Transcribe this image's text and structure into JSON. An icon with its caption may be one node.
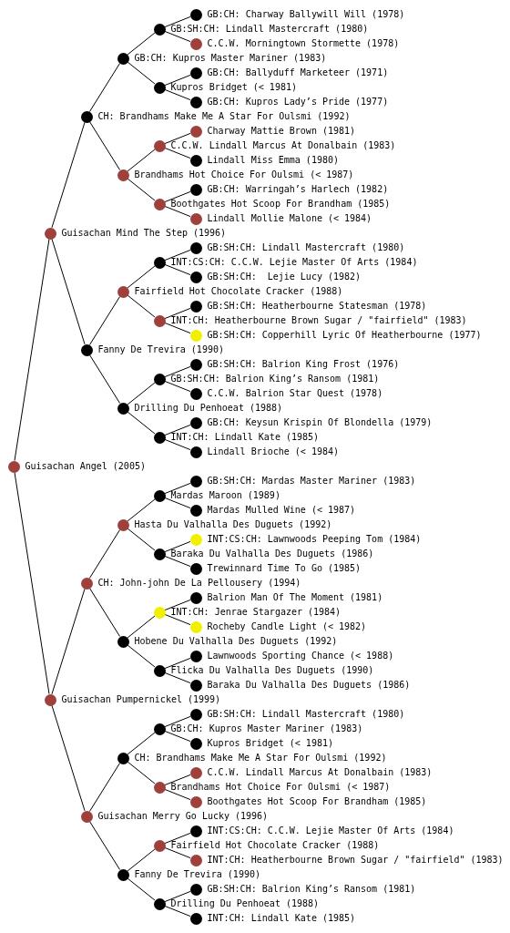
{
  "diagram": {
    "nodes": [
      {
        "text": [],
        "shape": "circle",
        "beside": [
          "GB:CH: Charway Ballywill Will (1978)"
        ]
      },
      {
        "text": [],
        "shape": "circle",
        "beside": [
          "GB:SH:CH: Lindall Mastercraft (1980)"
        ]
      },
      {
        "text": [],
        "shape": "circle",
        "beside": [
          "C.C.W. Morningtown Stormette (1978)"
        ]
      },
      {
        "text": [],
        "shape": "circle",
        "beside": [
          "GB:CH: Kupros Master Mariner (1983)"
        ]
      },
      {
        "text": [],
        "shape": "circle",
        "beside": [
          "GB:CH: Ballyduff Marketeer (1971)"
        ]
      },
      {
        "text": [],
        "shape": "circle",
        "beside": [
          "Kupros Bridget (< 1981)"
        ]
      },
      {
        "text": [],
        "shape": "circle",
        "beside": [
          "GB:CH: Kupros Lady’s Pride (1977)"
        ]
      },
      {
        "text": [],
        "shape": "circle",
        "beside": [
          "CH: Brandhams Make Me A Star For Oulsmi (1992)"
        ]
      },
      {
        "text": [],
        "shape": "circle",
        "beside": [
          "Charway Mattie Brown (1981)"
        ]
      },
      {
        "text": [],
        "shape": "circle",
        "beside": [
          "C.C.W. Lindall Marcus At Donalbain (1983)"
        ]
      },
      {
        "text": [],
        "shape": "circle",
        "beside": [
          "Lindall Miss Emma (1980)"
        ]
      },
      {
        "text": [],
        "shape": "circle",
        "beside": [
          "Brandhams Hot Choice For Oulsmi (< 1987)"
        ]
      },
      {
        "text": [],
        "shape": "circle",
        "beside": [
          "GB:CH: Warringah’s Harlech (1982)"
        ]
      },
      {
        "text": [],
        "shape": "circle",
        "beside": [
          "Boothgates Hot Scoop For Brandham (1985)"
        ]
      },
      {
        "text": [],
        "shape": "circle",
        "beside": [
          "Lindall Mollie Malone (< 1984)"
        ]
      },
      {
        "text": [],
        "shape": "circle",
        "beside": [
          "Guisachan Mind The Step (1996)"
        ]
      },
      {
        "text": [],
        "shape": "circle",
        "beside": [
          "GB:SH:CH: Lindall Mastercraft (1980)"
        ]
      },
      {
        "text": [],
        "shape": "circle",
        "beside": [
          "INT:CS:CH: C.C.W. Lejie Master Of Arts (1984)"
        ]
      },
      {
        "text": [],
        "shape": "circle",
        "beside": [
          "GB:SH:CH:  Lejie Lucy (1982)"
        ]
      },
      {
        "text": [],
        "shape": "circle",
        "beside": [
          "Fairfield Hot Chocolate Cracker (1988)"
        ]
      },
      {
        "text": [],
        "shape": "circle",
        "beside": [
          "GB:SH:CH: Heatherbourne Statesman (1978)"
        ]
      },
      {
        "text": [],
        "shape": "circle",
        "beside": [
          "INT:CH: Heatherbourne Brown Sugar / \"fairfield\" (1983)"
        ]
      },
      {
        "text": [],
        "shape": "circle",
        "beside": [
          "GB:SH:CH: Copperhill Lyric Of Heatherbourne (1977)"
        ]
      },
      {
        "text": [],
        "shape": "circle",
        "beside": [
          "Fanny De Trevira (1990)"
        ]
      },
      {
        "text": [],
        "shape": "circle",
        "beside": [
          "GB:SH:CH: Balrion King Frost (1976)"
        ]
      },
      {
        "text": [],
        "shape": "circle",
        "beside": [
          "GB:SH:CH: Balrion King’s Ransom (1981)"
        ]
      },
      {
        "text": [],
        "shape": "circle",
        "beside": [
          "C.C.W. Balrion Star Quest (1978)"
        ]
      },
      {
        "text": [],
        "shape": "circle",
        "beside": [
          "Drilling Du Penhoeat (1988)"
        ]
      },
      {
        "text": [],
        "shape": "circle",
        "beside": [
          "GB:CH: Keysun Krispin Of Blondella (1979)"
        ]
      },
      {
        "text": [],
        "shape": "circle",
        "beside": [
          "INT:CH: Lindall Kate (1985)"
        ]
      },
      {
        "text": [],
        "shape": "circle",
        "beside": [
          "Lindall Brioche (< 1984)"
        ]
      },
      {
        "text": [],
        "shape": "circle",
        "beside": [
          "Guisachan Angel (2005)"
        ]
      },
      {
        "text": [],
        "shape": "circle",
        "beside": [
          "GB:SH:CH: Mardas Master Mariner (1983)"
        ]
      },
      {
        "text": [],
        "shape": "circle",
        "beside": [
          "Mardas Maroon (1989)"
        ]
      },
      {
        "text": [],
        "shape": "circle",
        "beside": [
          "Mardas Mulled Wine (< 1987)"
        ]
      },
      {
        "text": [],
        "shape": "circle",
        "beside": [
          "Hasta Du Valhalla Des Duguets (1992)"
        ]
      },
      {
        "text": [],
        "shape": "circle",
        "beside": [
          "INT:CS:CH: Lawnwoods Peeping Tom (1984)"
        ]
      },
      {
        "text": [],
        "shape": "circle",
        "beside": [
          "Baraka Du Valhalla Des Duguets (1986)"
        ]
      },
      {
        "text": [],
        "shape": "circle",
        "beside": [
          "Trewinnard Time To Go (1985)"
        ]
      },
      {
        "text": [],
        "shape": "circle",
        "beside": [
          "CH: John-john De La Pellousery (1994)"
        ]
      },
      {
        "text": [],
        "shape": "circle",
        "beside": [
          "Balrion Man Of The Moment (1981)"
        ]
      },
      {
        "text": [],
        "shape": "circle",
        "beside": [
          "INT:CH: Jenrae Stargazer (1984)"
        ]
      },
      {
        "text": [],
        "shape": "circle",
        "beside": [
          "Rocheby Candle Light (< 1982)"
        ]
      },
      {
        "text": [],
        "shape": "circle",
        "beside": [
          "Hobene Du Valhalla Des Duguets (1992)"
        ]
      },
      {
        "text": [],
        "shape": "circle",
        "beside": [
          "Lawnwoods Sporting Chance (< 1988)"
        ]
      },
      {
        "text": [],
        "shape": "circle",
        "beside": [
          "Flicka Du Valhalla Des Duguets (1990)"
        ]
      },
      {
        "text": [],
        "shape": "circle",
        "beside": [
          "Baraka Du Valhalla Des Duguets (1986)"
        ]
      },
      {
        "text": [],
        "shape": "circle",
        "beside": [
          "Guisachan Pumpernickel (1999)"
        ]
      },
      {
        "text": [],
        "shape": "circle",
        "beside": [
          "GB:SH:CH: Lindall Mastercraft (1980)"
        ]
      },
      {
        "text": [],
        "shape": "circle",
        "beside": [
          "GB:CH: Kupros Master Mariner (1983)"
        ]
      },
      {
        "text": [],
        "shape": "circle",
        "beside": [
          "Kupros Bridget (< 1981)"
        ]
      },
      {
        "text": [],
        "shape": "circle",
        "beside": [
          "CH: Brandhams Make Me A Star For Oulsmi (1992)"
        ]
      },
      {
        "text": [],
        "shape": "circle",
        "beside": [
          "C.C.W. Lindall Marcus At Donalbain (1983)"
        ]
      },
      {
        "text": [],
        "shape": "circle",
        "beside": [
          "Brandhams Hot Choice For Oulsmi (< 1987)"
        ]
      },
      {
        "text": [],
        "shape": "circle",
        "beside": [
          "Boothgates Hot Scoop For Brandham (1985)"
        ]
      },
      {
        "text": [],
        "shape": "circle",
        "beside": [
          "Guisachan Merry Go Lucky (1996)"
        ]
      },
      {
        "text": [],
        "shape": "circle",
        "beside": [
          "INT:CS:CH: C.C.W. Lejie Master Of Arts (1984)"
        ]
      },
      {
        "text": [],
        "shape": "circle",
        "beside": [
          "Fairfield Hot Chocolate Cracker (1988)"
        ]
      },
      {
        "text": [],
        "shape": "circle",
        "beside": [
          "INT:CH: Heatherbourne Brown Sugar / \"fairfield\" (1983)"
        ]
      },
      {
        "text": [],
        "shape": "circle",
        "beside": [
          "Fanny De Trevira (1990)"
        ]
      },
      {
        "text": [],
        "shape": "circle",
        "beside": [
          "GB:SH:CH: Balrion King’s Ransom (1981)"
        ]
      },
      {
        "text": [],
        "shape": "circle",
        "beside": [
          "Drilling Du Penhoeat (1988)"
        ]
      },
      {
        "text": [],
        "shape": "circle",
        "beside": [
          "INT:CH: Lindall Kate (1985)"
        ]
      }
    ],
    "edges": [
      {
        "from": 31,
        "to": 15,
        "arrow": "none"
      },
      {
        "from": 31,
        "to": 47,
        "arrow": "none"
      },
      {
        "from": 15,
        "to": 7,
        "arrow": "none"
      },
      {
        "from": 15,
        "to": 23,
        "arrow": "none"
      },
      {
        "from": 7,
        "to": 3,
        "arrow": "none"
      },
      {
        "from": 7,
        "to": 11,
        "arrow": "none"
      },
      {
        "from": 3,
        "to": 1,
        "arrow": "none"
      },
      {
        "from": 3,
        "to": 5,
        "arrow": "none"
      },
      {
        "from": 1,
        "to": 0,
        "arrow": "none"
      },
      {
        "from": 1,
        "to": 2,
        "arrow": "none"
      },
      {
        "from": 5,
        "to": 4,
        "arrow": "none"
      },
      {
        "from": 5,
        "to": 6,
        "arrow": "none"
      },
      {
        "from": 11,
        "to": 9,
        "arrow": "none"
      },
      {
        "from": 11,
        "to": 13,
        "arrow": "none"
      },
      {
        "from": 9,
        "to": 8,
        "arrow": "none"
      },
      {
        "from": 9,
        "to": 10,
        "arrow": "none"
      },
      {
        "from": 13,
        "to": 12,
        "arrow": "none"
      },
      {
        "from": 13,
        "to": 14,
        "arrow": "none"
      },
      {
        "from": 23,
        "to": 19,
        "arrow": "none"
      },
      {
        "from": 23,
        "to": 27,
        "arrow": "none"
      },
      {
        "from": 19,
        "to": 17,
        "arrow": "none"
      },
      {
        "from": 19,
        "to": 21,
        "arrow": "none"
      },
      {
        "from": 17,
        "to": 16,
        "arrow": "none"
      },
      {
        "from": 17,
        "to": 18,
        "arrow": "none"
      },
      {
        "from": 21,
        "to": 20,
        "arrow": "none"
      },
      {
        "from": 21,
        "to": 22,
        "arrow": "none"
      },
      {
        "from": 27,
        "to": 25,
        "arrow": "none"
      },
      {
        "from": 27,
        "to": 29,
        "arrow": "none"
      },
      {
        "from": 25,
        "to": 24,
        "arrow": "none"
      },
      {
        "from": 25,
        "to": 26,
        "arrow": "none"
      },
      {
        "from": 29,
        "to": 28,
        "arrow": "none"
      },
      {
        "from": 29,
        "to": 30,
        "arrow": "none"
      },
      {
        "from": 47,
        "to": 39,
        "arrow": "none"
      },
      {
        "from": 47,
        "to": 55,
        "arrow": "none"
      },
      {
        "from": 39,
        "to": 35,
        "arrow": "none"
      },
      {
        "from": 39,
        "to": 43,
        "arrow": "none"
      },
      {
        "from": 35,
        "to": 33,
        "arrow": "none"
      },
      {
        "from": 35,
        "to": 37,
        "arrow": "none"
      },
      {
        "from": 33,
        "to": 32,
        "arrow": "none"
      },
      {
        "from": 33,
        "to": 34,
        "arrow": "none"
      },
      {
        "from": 37,
        "to": 36,
        "arrow": "none"
      },
      {
        "from": 37,
        "to": 38,
        "arrow": "none"
      },
      {
        "from": 43,
        "to": 41,
        "arrow": "none"
      },
      {
        "from": 43,
        "to": 45,
        "arrow": "none"
      },
      {
        "from": 41,
        "to": 40,
        "arrow": "none"
      },
      {
        "from": 41,
        "to": 42,
        "arrow": "none"
      },
      {
        "from": 45,
        "to": 44,
        "arrow": "none"
      },
      {
        "from": 45,
        "to": 46,
        "arrow": "none"
      },
      {
        "from": 55,
        "to": 51,
        "arrow": "none"
      },
      {
        "from": 55,
        "to": 59,
        "arrow": "none"
      },
      {
        "from": 51,
        "to": 49,
        "arrow": "none"
      },
      {
        "from": 51,
        "to": 53,
        "arrow": "none"
      },
      {
        "from": 49,
        "to": 48,
        "arrow": "none"
      },
      {
        "from": 49,
        "to": 50,
        "arrow": "none"
      },
      {
        "from": 53,
        "to": 52,
        "arrow": "none"
      },
      {
        "from": 53,
        "to": 54,
        "arrow": "none"
      },
      {
        "from": 59,
        "to": 57,
        "arrow": "none"
      },
      {
        "from": 59,
        "to": 61,
        "arrow": "none"
      },
      {
        "from": 57,
        "to": 56,
        "arrow": "none"
      },
      {
        "from": 57,
        "to": 58,
        "arrow": "none"
      },
      {
        "from": 61,
        "to": 60,
        "arrow": "none"
      },
      {
        "from": 61,
        "to": 62,
        "arrow": "none"
      }
    ]
  }
}
